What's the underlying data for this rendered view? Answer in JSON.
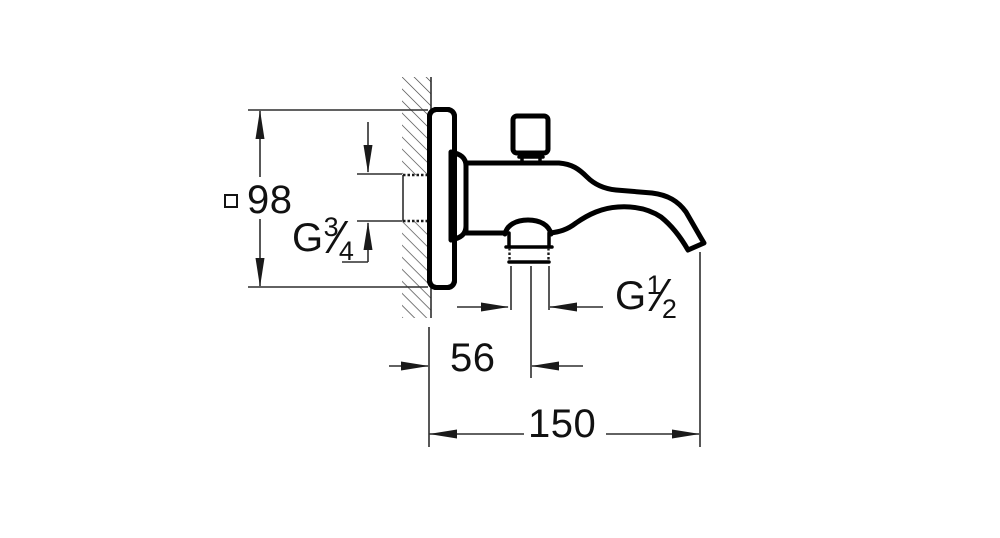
{
  "page": {
    "background_color": "#ffffff",
    "outline_color": "#000000",
    "thin_line_color": "#2e2e2e"
  },
  "dimension_labels": {
    "plate_size": {
      "icon": "square-section-icon",
      "value": "98"
    },
    "wall_connection_thread": {
      "prefix": "G",
      "numerator": "3",
      "denominator": "4"
    },
    "outlet_connection_thread": {
      "prefix": "G",
      "numerator": "1",
      "denominator": "2"
    },
    "wall_to_outlet_offset": {
      "value": "56"
    },
    "wall_to_tip_length": {
      "value": "150"
    }
  }
}
